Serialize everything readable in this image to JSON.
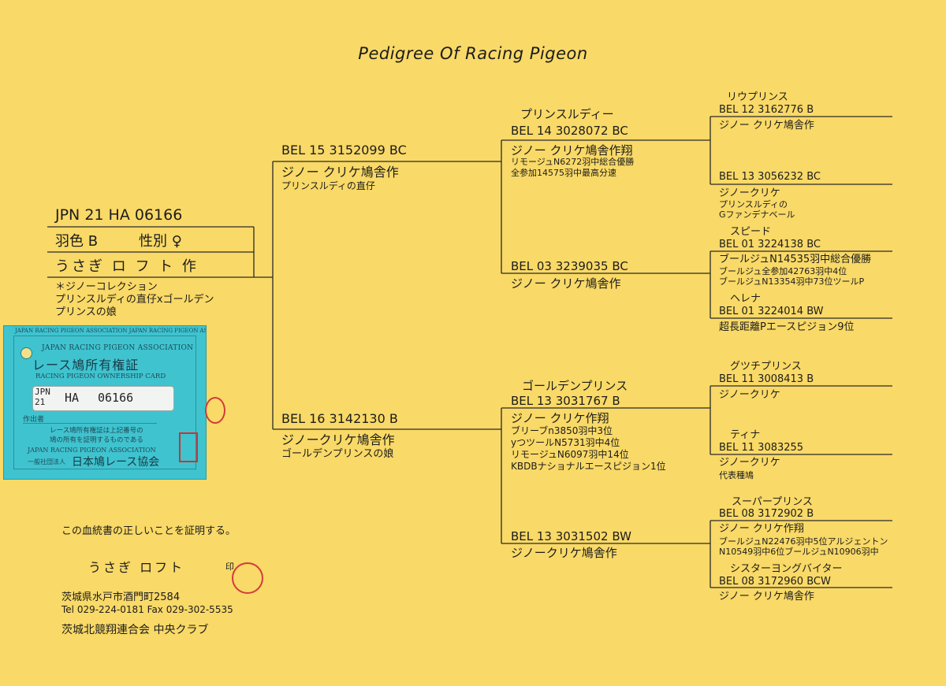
{
  "title": "Pedigree  Of  Racing  Pigeon",
  "subject": {
    "ring": "JPN  21  HA 06166",
    "color": "羽色 B",
    "sex": "性別 ♀",
    "breeder": "うさぎ ロ フ ト 作",
    "notes": [
      "＊ジノーコレクション",
      "プリンスルディの直仔xゴールデン",
      "プリンスの娘"
    ]
  },
  "sire": {
    "ring": "BEL 15 3152099  BC",
    "breeder": "ジノー  クリケ鳩舎作",
    "note": "プリンスルディの直仔"
  },
  "dam": {
    "ring": "BEL 16 3142130  B",
    "breeder": "ジノークリケ鳩舎作",
    "note": "ゴールデンプリンスの娘"
  },
  "ss": {
    "name": "プリンスルディー",
    "ring": "BEL 14 3028072  BC",
    "breeder": "ジノー  クリケ鳩舎作翔",
    "notes": [
      "リモージュN6272羽中総合優勝",
      "全参加14575羽中最高分速"
    ]
  },
  "sd": {
    "ring": "BEL 03 3239035  BC",
    "breeder": "ジノー  クリケ鳩舎作"
  },
  "ds": {
    "name": "ゴールデンプリンス",
    "ring": "BEL 13 3031767  B",
    "breeder": "ジノー  クリケ作翔",
    "notes": [
      "ブリーブn3850羽中3位",
      "yつツールN5731羽中4位",
      "リモージュN6097羽中14位",
      "KBDBナショナルエースピジョン1位"
    ]
  },
  "dd": {
    "ring": "BEL 13 3031502  BW",
    "breeder": "ジノークリケ鳩舎作"
  },
  "g1": {
    "name": "リウプリンス",
    "ring": "BEL 12 3162776  B",
    "breeder": "ジノー  クリケ鳩舎作"
  },
  "g2": {
    "ring": "BEL 13 3056232  BC",
    "breeder": "ジノークリケ",
    "notes": [
      "プリンスルディの",
      "Gファンデナベール"
    ]
  },
  "g3": {
    "name": "スピード",
    "ring": "BEL 01 3224138  BC",
    "title": "ブールジュN14535羽中総合優勝",
    "notes": [
      "ブールジュ全参加42763羽中4位",
      "ブールジュN13354羽中73位ツールP"
    ]
  },
  "g4": {
    "name": "ヘレナ",
    "ring": "BEL 01 3224014  BW",
    "title": "超長距離Pエースピジョン9位"
  },
  "g5": {
    "name": "グツチプリンス",
    "ring": "BEL 11 3008413  B",
    "breeder": "ジノークリケ"
  },
  "g6": {
    "name": "ティナ",
    "ring": "BEL 11 3083255",
    "breeder": "ジノークリケ",
    "note": "代表種鳩"
  },
  "g7": {
    "name": "スーパープリンス",
    "ring": "BEL 08 3172902  B",
    "breeder": "ジノー  クリケ作翔",
    "notes": [
      "ブールジュN22476羽中5位アルジェントン",
      "N10549羽中6位ブールジュN10906羽中"
    ]
  },
  "g8": {
    "name": "シスターヨングバイター",
    "ring": "BEL 08 3172960  BCW",
    "breeder": "ジノー  クリケ鳩舎作"
  },
  "certify": {
    "statement": "この血統書の正しいことを証明する。",
    "loft": "うさぎ  ロフト",
    "seal_mark": "印",
    "address": "茨城県水戸市酒門町2584",
    "phone": "Tel 029-224-0181  Fax 029-302-5535",
    "club": "茨城北競翔連合会  中央クラブ"
  },
  "card": {
    "border_text": "JAPAN RACING PIGEON ASSOCIATION JAPAN RACING PIGEON ASSOCIATION",
    "org_en": "JAPAN RACING PIGEON ASSOCIATION",
    "title_jp": "レース鳩所有権証",
    "title_en": "RACING PIGEON OWNERSHIP CARD",
    "id_country": "JPN",
    "id_year": "21",
    "id_code": "HA",
    "id_number": "06166",
    "author_label": "作出者",
    "desc1": "レース鳩所有権証は上記番号の",
    "desc2": "鳩の所有を証明するものである",
    "assoc_en": "JAPAN RACING PIGEON ASSOCIATION",
    "assoc_jp_prefix": "一般社団法人",
    "assoc_jp": "日本鳩レース協会"
  },
  "colors": {
    "paper": "#f9d967",
    "card": "#3fc3cf",
    "stamp": "#d23b3b"
  }
}
